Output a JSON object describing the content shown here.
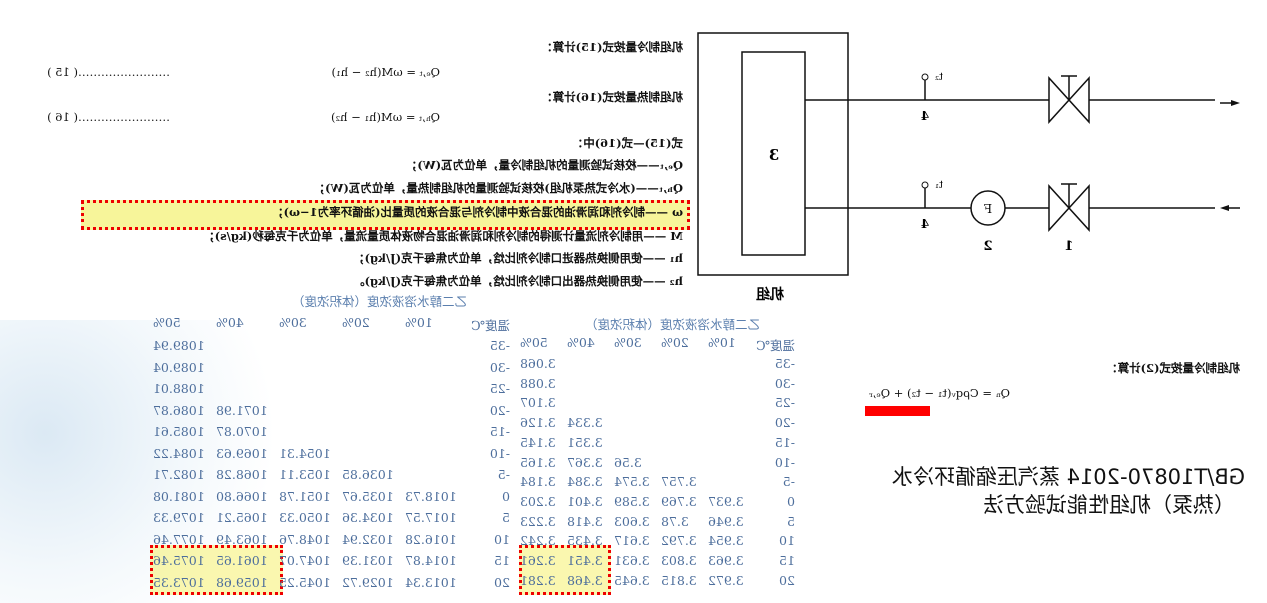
{
  "formulas": {
    "cool_intro": "机组制冷量按式(15)计算：",
    "cool_formula": "Qₑ,ₜ = ωM(h₂ − h₁)",
    "cool_no": "……………………( 15 )",
    "heat_intro": "机组制热量按式(16)计算：",
    "heat_formula": "Qₕ,ₜ = ωM(h₁ − h₂)",
    "heat_no": "……………………( 16 )",
    "where": "式(15)—式(16)中：",
    "defs": [
      "Qₑ,ₜ——校核试验测量的机组制冷量，单位为瓦(W)；",
      "Qₕ,ₜ——(水冷式热泵机组)校核试验测量的机组制热量，单位为瓦(W)；",
      "ω ——制冷剂和润滑油的混合液中制冷剂与混合液的质量比(油循环率为1−ω)；",
      "M ——用制冷剂流量计测得的制冷剂和润滑油混合物液体质量流量，单位为千克每秒(kg/s)；",
      "h₁ ——使用侧换热器进口制冷剂比焓，单位为焦每千克(J/kg)；",
      "h₂ ——使用侧换热器出口制冷剂比焓，单位为焦每千克(J/kg)。"
    ]
  },
  "diagram": {
    "unit_label": "机组",
    "component_3": "3",
    "sensor_t2": "t₂",
    "sensor_t1": "t₁",
    "label_4": "4",
    "flowmeter": "F",
    "label_2": "2",
    "label_1": "1"
  },
  "formula2": {
    "intro": "机组制冷量按式(2)计算：",
    "formula": "Qₙ = Cρqᵥ(t₁ − t₂) + Qₑ,ᵣ"
  },
  "title": {
    "line1": "GB/T10870-2014 蒸汽压缩循环冷水",
    "line2": "（热泵）机组性能试验方法"
  },
  "density_table": {
    "title": "乙二醇水溶液浓度（体积浓度）",
    "headers": [
      "温度℃",
      "10%",
      "20%",
      "30%",
      "40%",
      "50%"
    ],
    "rows": [
      [
        "-35",
        "",
        "",
        "",
        "",
        "1089.94"
      ],
      [
        "-30",
        "",
        "",
        "",
        "",
        "1089.04"
      ],
      [
        "-25",
        "",
        "",
        "",
        "",
        "1088.01"
      ],
      [
        "-20",
        "",
        "",
        "",
        "1071.98",
        "1086.87"
      ],
      [
        "-15",
        "",
        "",
        "",
        "1070.87",
        "1085.61"
      ],
      [
        "-10",
        "",
        "",
        "1054.31",
        "1069.63",
        "1084.22"
      ],
      [
        "-5",
        "",
        "1036.85",
        "1053.11",
        "1068.28",
        "1082.71"
      ],
      [
        "0",
        "1018.73",
        "1035.67",
        "1051.78",
        "1066.80",
        "1081.08"
      ],
      [
        "5",
        "1017.57",
        "1034.36",
        "1050.33",
        "1065.21",
        "1079.33"
      ],
      [
        "10",
        "1016.28",
        "1032.94",
        "1048.76",
        "1063.49",
        "1077.46"
      ],
      [
        "15",
        "1014.87",
        "1031.39",
        "1047.07",
        "1061.65",
        "1075.46"
      ],
      [
        "20",
        "1013.34",
        "1029.72",
        "1045.25",
        "1059.68",
        "1073.35"
      ]
    ]
  },
  "heat_table": {
    "title": "乙二醇水溶液浓度（体积浓度）",
    "headers": [
      "温度℃",
      "10%",
      "20%",
      "30%",
      "40%",
      "50%"
    ],
    "rows": [
      [
        "-35",
        "",
        "",
        "",
        "",
        "3.068"
      ],
      [
        "-30",
        "",
        "",
        "",
        "",
        "3.088"
      ],
      [
        "-25",
        "",
        "",
        "",
        "",
        "3.107"
      ],
      [
        "-20",
        "",
        "",
        "",
        "3.334",
        "3.126"
      ],
      [
        "-15",
        "",
        "",
        "",
        "3.351",
        "3.145"
      ],
      [
        "-10",
        "",
        "",
        "3.56",
        "3.367",
        "3.165"
      ],
      [
        "-5",
        "",
        "3.757",
        "3.574",
        "3.384",
        "3.184"
      ],
      [
        "0",
        "3.937",
        "3.769",
        "3.589",
        "3.401",
        "3.203"
      ],
      [
        "5",
        "3.946",
        "3.78",
        "3.603",
        "3.418",
        "3.223"
      ],
      [
        "10",
        "3.954",
        "3.792",
        "3.617",
        "3.435",
        "3.242"
      ],
      [
        "15",
        "3.963",
        "3.803",
        "3.631",
        "3.451",
        "3.261"
      ],
      [
        "20",
        "3.972",
        "3.815",
        "3.645",
        "3.468",
        "3.281"
      ]
    ]
  }
}
